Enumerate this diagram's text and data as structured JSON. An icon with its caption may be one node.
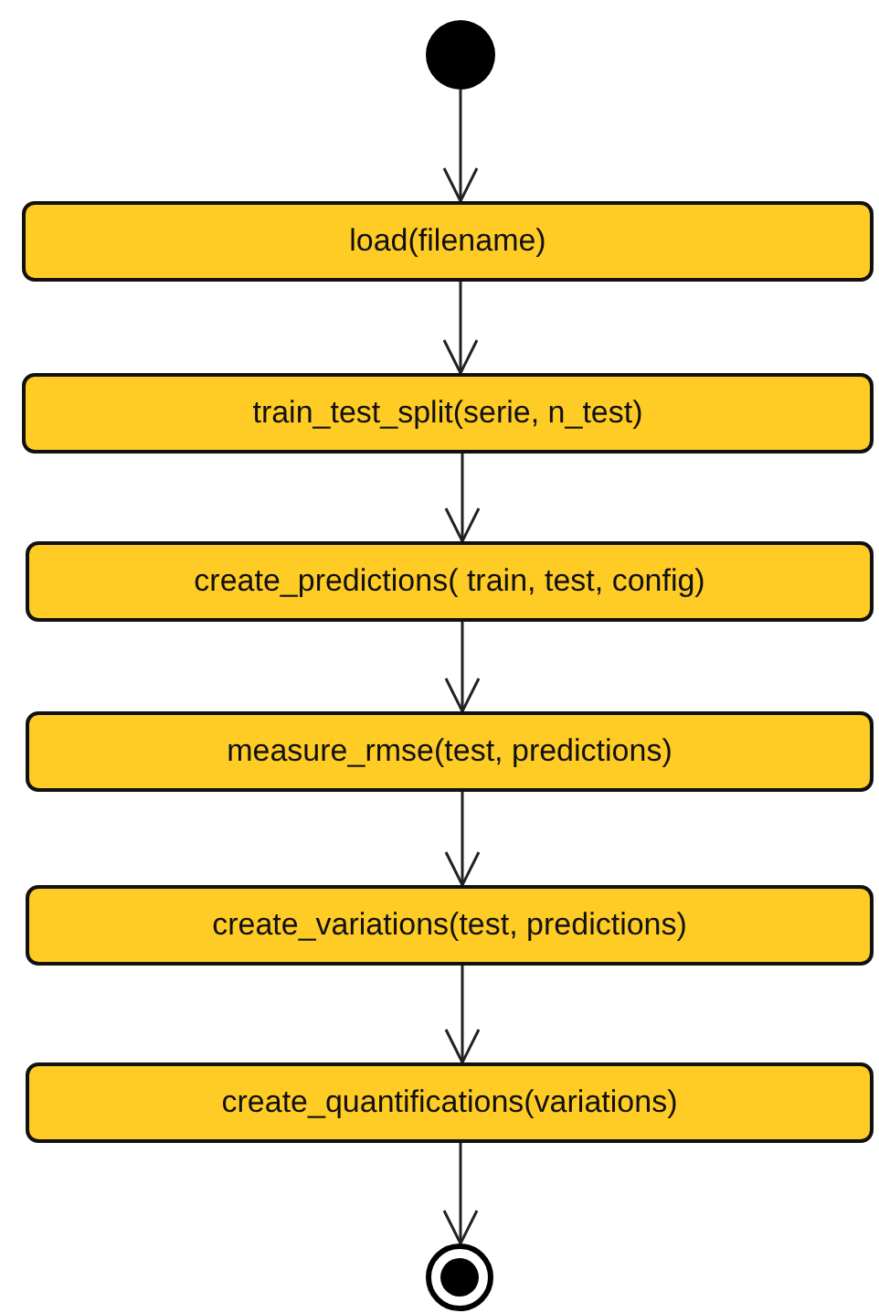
{
  "diagram": {
    "nodes": [
      {
        "text": [],
        "shape": "circle"
      },
      {
        "text": [
          "load(filename)"
        ]
      },
      {
        "text": [
          "train_test_split(serie, n_test)"
        ]
      },
      {
        "text": [
          "create_predictions( train, test, config)"
        ]
      },
      {
        "text": [
          "measure_rmse(test, predictions)"
        ]
      },
      {
        "text": [
          "create_variations(test, predictions)"
        ]
      },
      {
        "text": [
          "create_quantifications(variations)"
        ]
      },
      {
        "text": [],
        "shape": "circle"
      }
    ],
    "edges": [
      {
        "from": 0,
        "to": 1,
        "arrow": "to"
      },
      {
        "from": 1,
        "to": 2,
        "arrow": "to"
      },
      {
        "from": 2,
        "to": 3,
        "arrow": "to"
      },
      {
        "from": 3,
        "to": 4,
        "arrow": "to"
      },
      {
        "from": 4,
        "to": 5,
        "arrow": "to"
      },
      {
        "from": 5,
        "to": 6,
        "arrow": "to"
      },
      {
        "from": 6,
        "to": 7,
        "arrow": "to"
      }
    ]
  }
}
